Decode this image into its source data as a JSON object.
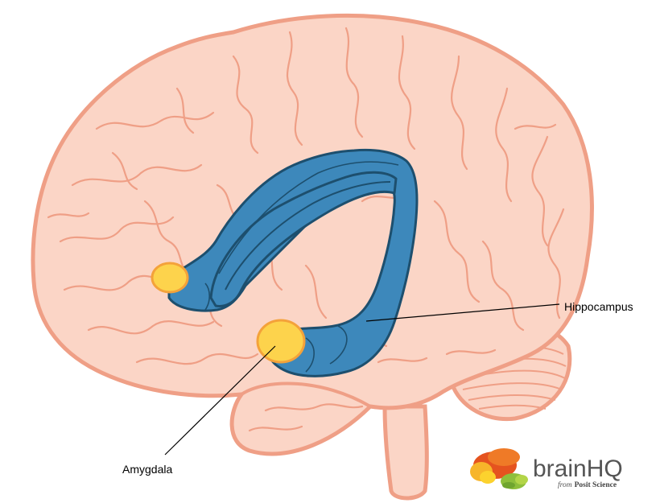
{
  "labels": {
    "hippocampus": "Hippocampus",
    "amygdala": "Amygdala"
  },
  "logo": {
    "brand_part1": "brain",
    "brand_part2": "HQ",
    "tagline_from": "from",
    "tagline_company": "Posit Science"
  },
  "colors": {
    "brain_fill": "#fbd5c6",
    "brain_outline": "#ef9f86",
    "fornix_blue": "#3d88bb",
    "fornix_outline": "#1d4f6e",
    "amygdala_yellow": "#fdd34c",
    "amygdala_outline": "#f4a23a"
  }
}
